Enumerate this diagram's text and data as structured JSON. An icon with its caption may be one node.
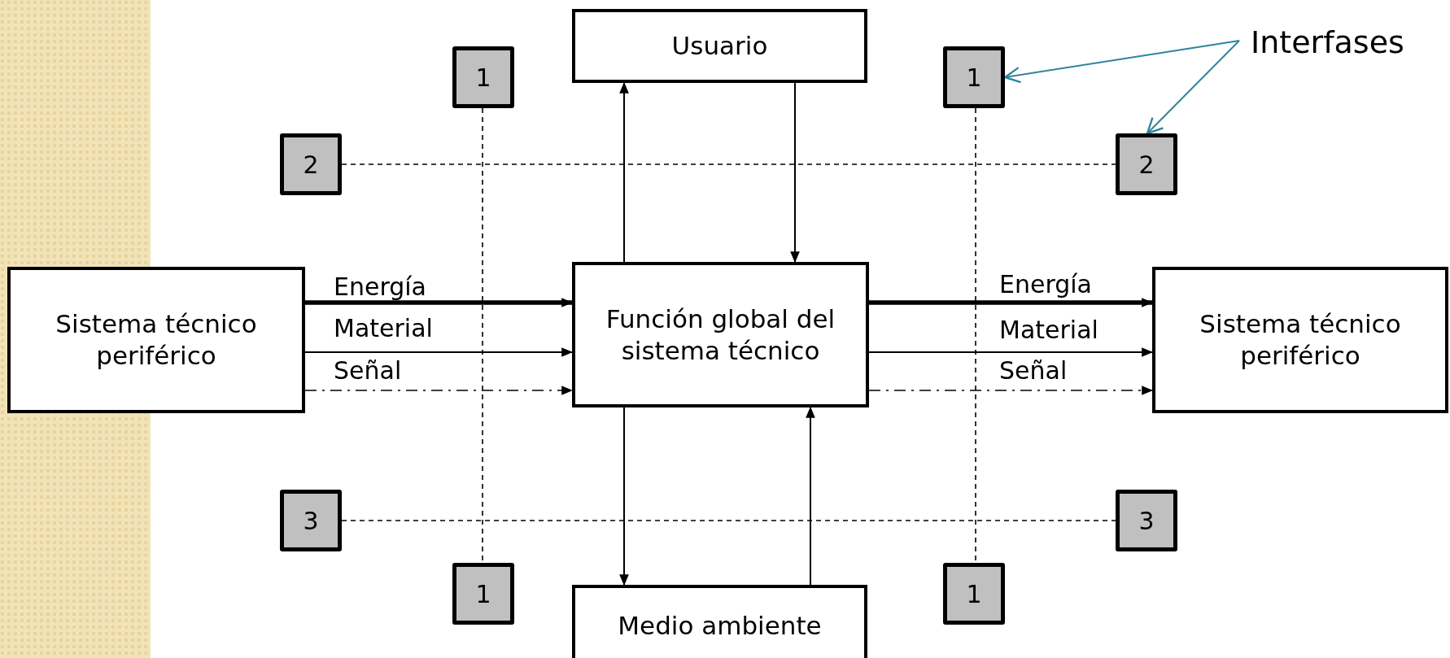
{
  "diagram": {
    "nodes": [
      {
        "text": [
          "Usuario"
        ]
      },
      {
        "text": [
          "1"
        ]
      },
      {
        "text": [
          "1"
        ]
      },
      {
        "text": [
          "Interfases"
        ]
      },
      {
        "text": [
          "2"
        ]
      },
      {
        "text": [
          "2"
        ]
      },
      {
        "text": [
          "Sistema técnico periférico"
        ]
      },
      {
        "text": [
          "Función global del sistema técnico"
        ]
      },
      {
        "text": [
          "Sistema técnico periférico"
        ]
      },
      {
        "text": [
          "3"
        ]
      },
      {
        "text": [
          "3"
        ]
      },
      {
        "text": [
          "1"
        ]
      },
      {
        "text": [
          "Medio ambiente"
        ]
      },
      {
        "text": [
          "1"
        ]
      }
    ],
    "edges": [
      {
        "from": 7,
        "to": 0,
        "arrow": "to"
      },
      {
        "from": 0,
        "to": 7,
        "arrow": "to"
      },
      {
        "from": 6,
        "to": 7,
        "arrow": "to",
        "label": "Energía",
        "style": "thick"
      },
      {
        "from": 6,
        "to": 7,
        "arrow": "to",
        "label": "Material"
      },
      {
        "from": 6,
        "to": 7,
        "arrow": "to",
        "label": "Señal",
        "style": "dashed"
      },
      {
        "from": 7,
        "to": 8,
        "arrow": "to",
        "label": "Energía",
        "style": "thick"
      },
      {
        "from": 7,
        "to": 8,
        "arrow": "to",
        "label": "Material"
      },
      {
        "from": 7,
        "to": 8,
        "arrow": "to",
        "label": "Señal",
        "style": "dashed"
      },
      {
        "from": 7,
        "to": 12,
        "arrow": "to"
      },
      {
        "from": 12,
        "to": 7,
        "arrow": "to"
      },
      {
        "from": 1,
        "to": 11,
        "arrow": "none",
        "style": "dashed"
      },
      {
        "from": 2,
        "to": 13,
        "arrow": "none",
        "style": "dashed"
      },
      {
        "from": 4,
        "to": 5,
        "arrow": "none",
        "style": "dashed"
      },
      {
        "from": 9,
        "to": 10,
        "arrow": "none",
        "style": "dashed"
      },
      {
        "from": 3,
        "to": 2,
        "arrow": "to",
        "color": "#31849b"
      },
      {
        "from": 3,
        "to": 5,
        "arrow": "to",
        "color": "#31849b"
      }
    ]
  }
}
